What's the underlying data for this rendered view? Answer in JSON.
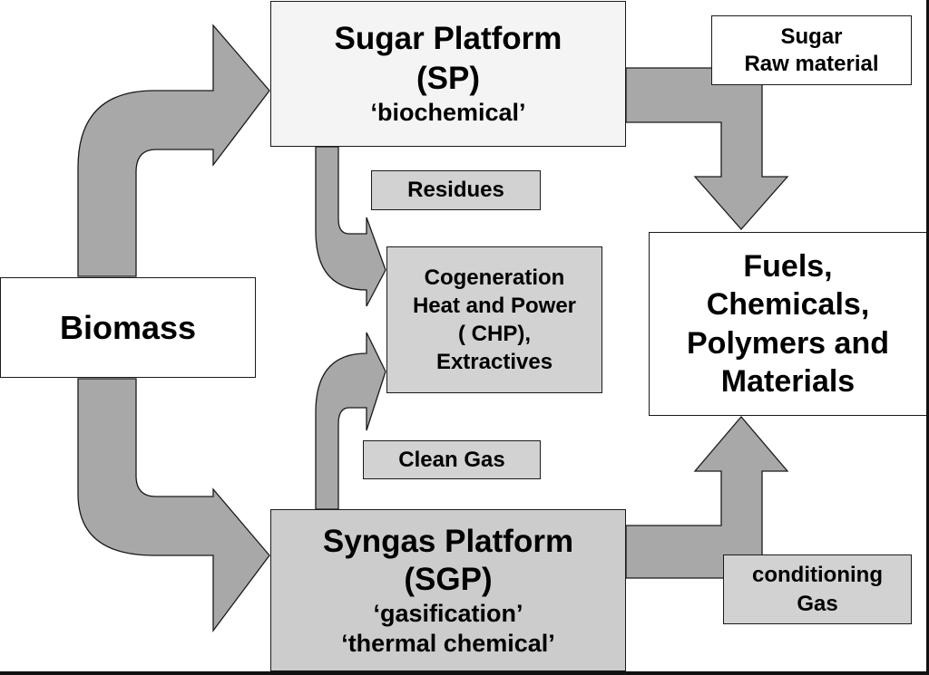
{
  "colors": {
    "arrow_fill": "#a8a8a8",
    "sugar_platform_fill": "#f4f4f4",
    "syngas_platform_fill": "#cccccc",
    "label_box_fill": "#d2d2d2",
    "product_box_fill": "#ffffff",
    "border": "#1a1a1a"
  },
  "biomass": {
    "label": "Biomass"
  },
  "sugar_platform": {
    "line1": "Sugar Platform",
    "line2": "(SP)",
    "line3": "‘biochemical’"
  },
  "syngas_platform": {
    "line1": "Syngas Platform",
    "line2": "(SGP)",
    "line3": "‘gasification’",
    "line4": "‘thermal chemical’"
  },
  "sugar_raw": {
    "line1": "Sugar",
    "line2": "Raw material"
  },
  "residues": {
    "label": "Residues"
  },
  "chp": {
    "line1": "Cogeneration",
    "line2": "Heat and Power",
    "line3": "( CHP),",
    "line4": "Extractives"
  },
  "clean_gas": {
    "label": "Clean Gas"
  },
  "products": {
    "line1": "Fuels,",
    "line2": "Chemicals,",
    "line3": "Polymers and",
    "line4": "Materials"
  },
  "gas_conditioning": {
    "line1": "conditioning",
    "line2": "Gas"
  }
}
